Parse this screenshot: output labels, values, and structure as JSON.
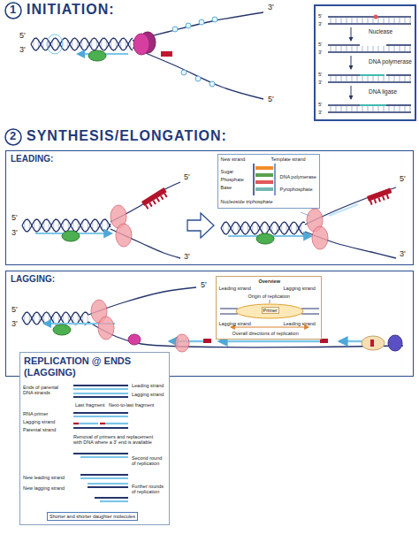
{
  "diagram": {
    "nodes": [
      {
        "text": [
          "Nuclease",
          "DNA polymerase",
          "DNA ligase",
          "5'",
          "3'",
          "5'",
          "3'",
          "5'",
          "3'",
          "5'",
          "3'"
        ]
      },
      {
        "text": [
          "LEADING:"
        ]
      },
      {
        "text": [
          "New strand",
          "Template strand",
          "Sugar",
          "Phosphate",
          "Base",
          "DNA polymerase",
          "Pyrophosphate",
          "Nucleoside triphosphate"
        ],
        "in": 1
      },
      {
        "text": [
          "LAGGING:"
        ]
      },
      {
        "text": [
          "Overview",
          "Leading strand",
          "Lagging strand",
          "Origin of replication",
          "Primer",
          "Lagging strand",
          "Leading strand",
          "Overall directions of replication"
        ],
        "in": 3
      },
      {
        "text": [
          "REPLICATION @ ENDS (LAGGING)",
          "Ends of parental DNA strands",
          "Leading strand",
          "Lagging strand",
          "Last fragment",
          "Next-to-last fragment",
          "RNA primer",
          "Lagging strand",
          "Parental strand",
          "Removal of primers and replacement with DNA where a 3' end is available",
          "Second round of replication",
          "New leading strand",
          "New lagging strand",
          "Further rounds of replication",
          "Shorter and shorter daughter molecules"
        ]
      }
    ],
    "labels": [
      "1",
      "INITIATION:",
      "3'",
      "5'",
      "3'",
      "5'",
      "2",
      "SYNTHESIS/ELONGATION:",
      "5'",
      "3'",
      "5'",
      "3'",
      "5'",
      "3'",
      "5'",
      "3'",
      "5'"
    ]
  }
}
